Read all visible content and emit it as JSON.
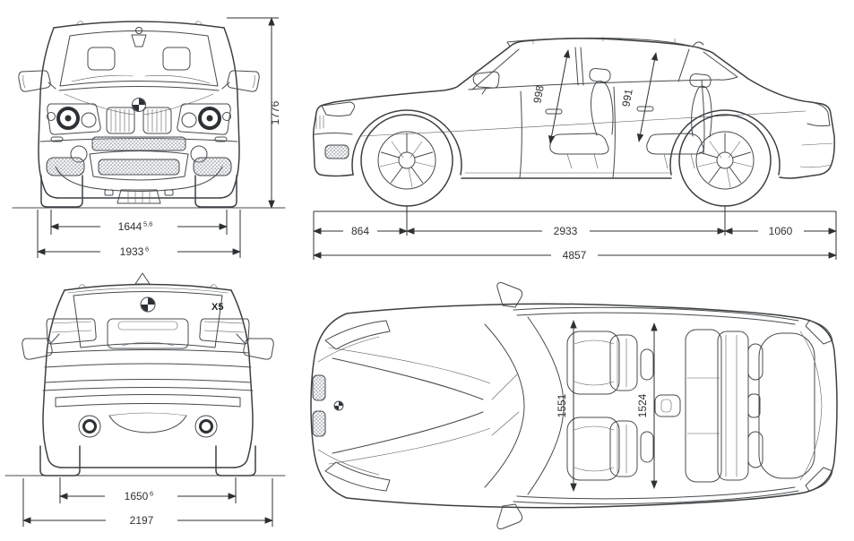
{
  "badge": {
    "model": "X5"
  },
  "icons": {
    "bmw_roundel": "circle-with-quadrants",
    "antenna_fin": "triangle",
    "arrowhead": "filled-triangle"
  },
  "colors": {
    "line": "#474b4e",
    "dimension": "#2e3133",
    "background": "#ffffff"
  },
  "dims": {
    "front_height": "1776",
    "front_track": "1644",
    "front_track_sup": "5,6",
    "front_width": "1933",
    "front_width_sup": "6",
    "side_headroom_front": "998",
    "side_headroom_rear": "991",
    "side_front_overhang": "864",
    "side_wheelbase": "2933",
    "side_rear_overhang": "1060",
    "side_length": "4857",
    "rear_track": "1650",
    "rear_track_sup": "6",
    "rear_width_mirrors": "2197",
    "top_shoulder_front": "1551",
    "top_shoulder_rear": "1524"
  }
}
